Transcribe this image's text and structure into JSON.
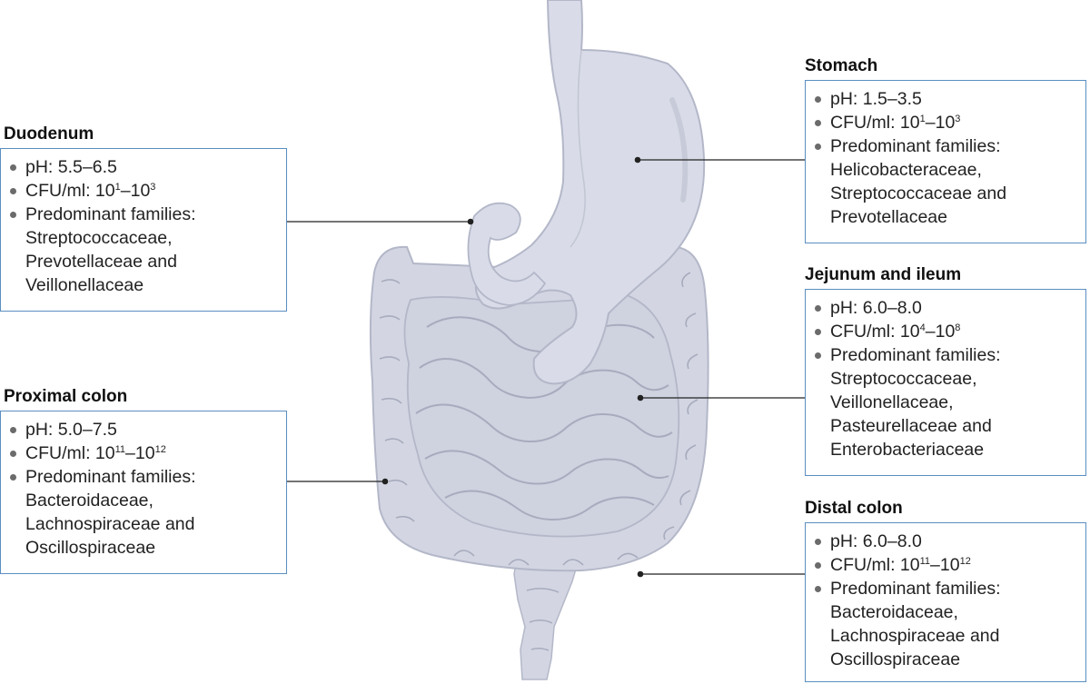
{
  "colors": {
    "box_border": "#5b8fc1",
    "organ_fill": "#d3d6e2",
    "organ_shade": "#a7abbd",
    "organ_outline": "#b3b7c8",
    "leader_line": "#222222"
  },
  "labels": {
    "ph_prefix": "pH: ",
    "cfu_prefix": "CFU/ml: ",
    "families_prefix": "Predominant families:"
  },
  "regions": {
    "stomach": {
      "title": "Stomach",
      "ph": "1.5–3.5",
      "cfu_low_base": "10",
      "cfu_low_exp": "1",
      "cfu_sep": "–",
      "cfu_high_base": "10",
      "cfu_high_exp": "3",
      "families": [
        "Helicobacteraceae,",
        "Streptococcaceae and",
        "Prevotellaceae"
      ]
    },
    "duodenum": {
      "title": "Duodenum",
      "ph": "5.5–6.5",
      "cfu_low_base": "10",
      "cfu_low_exp": "1",
      "cfu_sep": "–",
      "cfu_high_base": "10",
      "cfu_high_exp": "3",
      "families": [
        "Streptococcaceae,",
        "Prevotellaceae and",
        "Veillonellaceae"
      ]
    },
    "jejunum_ileum": {
      "title": "Jejunum and ileum",
      "ph": "6.0–8.0",
      "cfu_low_base": "10",
      "cfu_low_exp": "4",
      "cfu_sep": "–",
      "cfu_high_base": "10",
      "cfu_high_exp": "8",
      "families": [
        "Streptococcaceae,",
        "Veillonellaceae,",
        "Pasteurellaceae and",
        "Enterobacteriaceae"
      ]
    },
    "proximal_colon": {
      "title": "Proximal colon",
      "ph": "5.0–7.5",
      "cfu_low_base": "10",
      "cfu_low_exp": "11",
      "cfu_sep": "–",
      "cfu_high_base": "10",
      "cfu_high_exp": "12",
      "families": [
        "Bacteroidaceae,",
        "Lachnospiraceae and",
        "Oscillospiraceae"
      ]
    },
    "distal_colon": {
      "title": "Distal colon",
      "ph": "6.0–8.0",
      "cfu_low_base": "10",
      "cfu_low_exp": "11",
      "cfu_sep": "–",
      "cfu_high_base": "10",
      "cfu_high_exp": "12",
      "families": [
        "Bacteroidaceae,",
        "Lachnospiraceae and",
        "Oscillospiraceae"
      ]
    }
  }
}
